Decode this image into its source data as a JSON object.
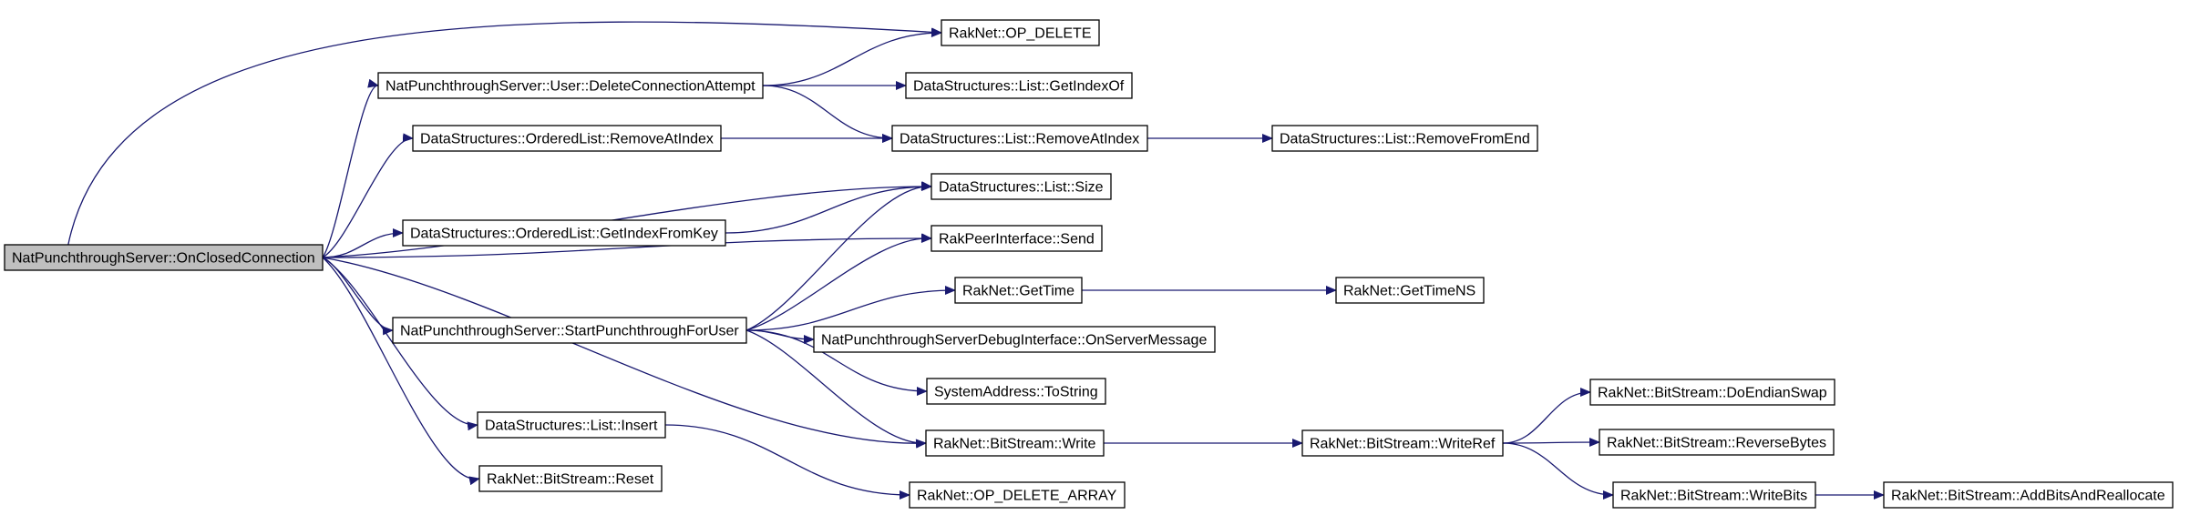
{
  "colors": {
    "node_border": "#000000",
    "root_fill": "#bfbfbf",
    "edge": "#191970"
  },
  "nodes": [
    {
      "id": "root",
      "label": "NatPunchthroughServer::OnClosedConnection",
      "highlighted": true
    },
    {
      "id": "op_delete",
      "label": "RakNet::OP_DELETE"
    },
    {
      "id": "user_dca",
      "label": "NatPunchthroughServer::User::DeleteConnectionAttempt"
    },
    {
      "id": "list_getindexof",
      "label": "DataStructures::List::GetIndexOf"
    },
    {
      "id": "olist_removeatindex",
      "label": "DataStructures::OrderedList::RemoveAtIndex"
    },
    {
      "id": "list_removeatindex",
      "label": "DataStructures::List::RemoveAtIndex"
    },
    {
      "id": "list_removefromend",
      "label": "DataStructures::List::RemoveFromEnd"
    },
    {
      "id": "list_size",
      "label": "DataStructures::List::Size"
    },
    {
      "id": "olist_getindexfromkey",
      "label": "DataStructures::OrderedList::GetIndexFromKey"
    },
    {
      "id": "rpi_send",
      "label": "RakPeerInterface::Send"
    },
    {
      "id": "gettime",
      "label": "RakNet::GetTime"
    },
    {
      "id": "gettimens",
      "label": "RakNet::GetTimeNS"
    },
    {
      "id": "start_pfu",
      "label": "NatPunchthroughServer::StartPunchthroughForUser"
    },
    {
      "id": "debug_onservermessage",
      "label": "NatPunchthroughServerDebugInterface::OnServerMessage"
    },
    {
      "id": "sysaddr_tostring",
      "label": "SystemAddress::ToString"
    },
    {
      "id": "list_insert",
      "label": "DataStructures::List::Insert"
    },
    {
      "id": "bs_write",
      "label": "RakNet::BitStream::Write"
    },
    {
      "id": "bs_writeref",
      "label": "RakNet::BitStream::WriteRef"
    },
    {
      "id": "bs_doendianswap",
      "label": "RakNet::BitStream::DoEndianSwap"
    },
    {
      "id": "bs_reversebytes",
      "label": "RakNet::BitStream::ReverseBytes"
    },
    {
      "id": "bs_writebits",
      "label": "RakNet::BitStream::WriteBits"
    },
    {
      "id": "bs_addbits",
      "label": "RakNet::BitStream::AddBitsAndReallocate"
    },
    {
      "id": "bs_reset",
      "label": "RakNet::BitStream::Reset"
    },
    {
      "id": "op_delete_array",
      "label": "RakNet::OP_DELETE_ARRAY"
    }
  ],
  "edges": [
    {
      "from": "root",
      "to": "op_delete"
    },
    {
      "from": "root",
      "to": "user_dca"
    },
    {
      "from": "root",
      "to": "olist_removeatindex"
    },
    {
      "from": "root",
      "to": "list_size"
    },
    {
      "from": "root",
      "to": "olist_getindexfromkey"
    },
    {
      "from": "root",
      "to": "rpi_send"
    },
    {
      "from": "root",
      "to": "start_pfu"
    },
    {
      "from": "root",
      "to": "bs_write"
    },
    {
      "from": "root",
      "to": "list_insert"
    },
    {
      "from": "root",
      "to": "bs_reset"
    },
    {
      "from": "user_dca",
      "to": "op_delete"
    },
    {
      "from": "user_dca",
      "to": "list_getindexof"
    },
    {
      "from": "user_dca",
      "to": "list_removeatindex"
    },
    {
      "from": "olist_removeatindex",
      "to": "list_removeatindex"
    },
    {
      "from": "list_removeatindex",
      "to": "list_removefromend"
    },
    {
      "from": "olist_getindexfromkey",
      "to": "list_size"
    },
    {
      "from": "start_pfu",
      "to": "list_size"
    },
    {
      "from": "start_pfu",
      "to": "rpi_send"
    },
    {
      "from": "start_pfu",
      "to": "gettime"
    },
    {
      "from": "start_pfu",
      "to": "debug_onservermessage"
    },
    {
      "from": "start_pfu",
      "to": "sysaddr_tostring"
    },
    {
      "from": "start_pfu",
      "to": "bs_write"
    },
    {
      "from": "gettime",
      "to": "gettimens"
    },
    {
      "from": "list_insert",
      "to": "op_delete_array"
    },
    {
      "from": "bs_write",
      "to": "bs_writeref"
    },
    {
      "from": "bs_writeref",
      "to": "bs_doendianswap"
    },
    {
      "from": "bs_writeref",
      "to": "bs_reversebytes"
    },
    {
      "from": "bs_writeref",
      "to": "bs_writebits"
    },
    {
      "from": "bs_writebits",
      "to": "bs_addbits"
    }
  ]
}
